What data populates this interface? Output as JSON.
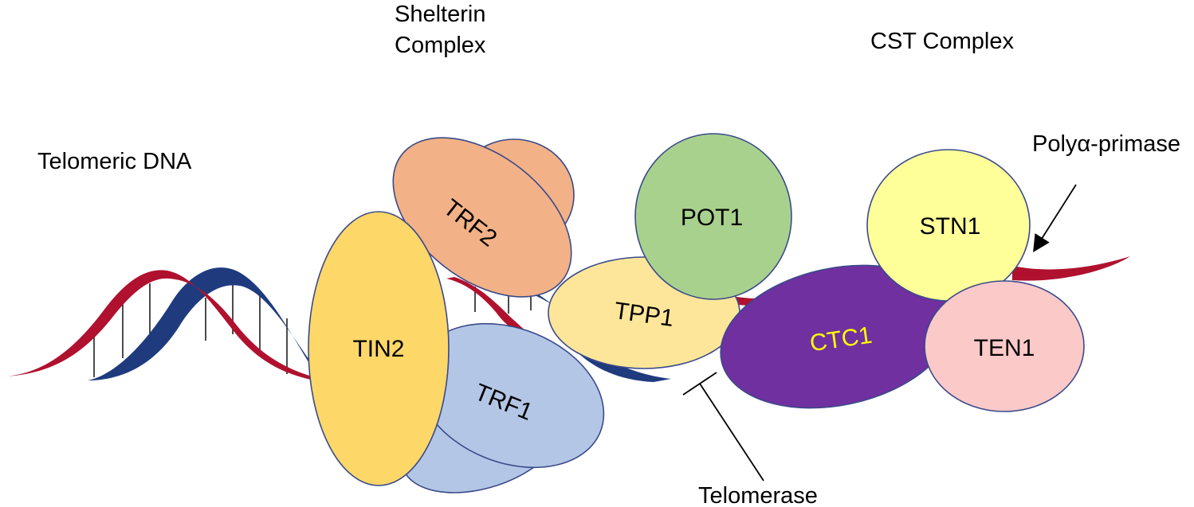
{
  "labels": {
    "telomeric_dna": "Telomeric DNA",
    "shelterin_line1": "Shelterin",
    "shelterin_line2": "Complex",
    "cst_complex": "CST Complex",
    "pol_primase": "Polyα-primase",
    "telomerase": "Telomerase"
  },
  "proteins": {
    "trf2": "TRF2",
    "tin2": "TIN2",
    "trf1": "TRF1",
    "tpp1": "TPP1",
    "pot1": "POT1",
    "ctc1": "CTC1",
    "stn1": "STN1",
    "ten1": "TEN1"
  },
  "colors": {
    "dna_red": "#b0112e",
    "dna_blue": "#1f3b7e",
    "trf2": "#f2b187",
    "tin2": "#fdd768",
    "trf1": "#b3c6e6",
    "tpp1": "#fde69a",
    "pot1": "#a9d18e",
    "ctc1": "#7030a0",
    "ctc1_text": "#ffff00",
    "stn1": "#ffff99",
    "ten1": "#fcc9c9"
  }
}
